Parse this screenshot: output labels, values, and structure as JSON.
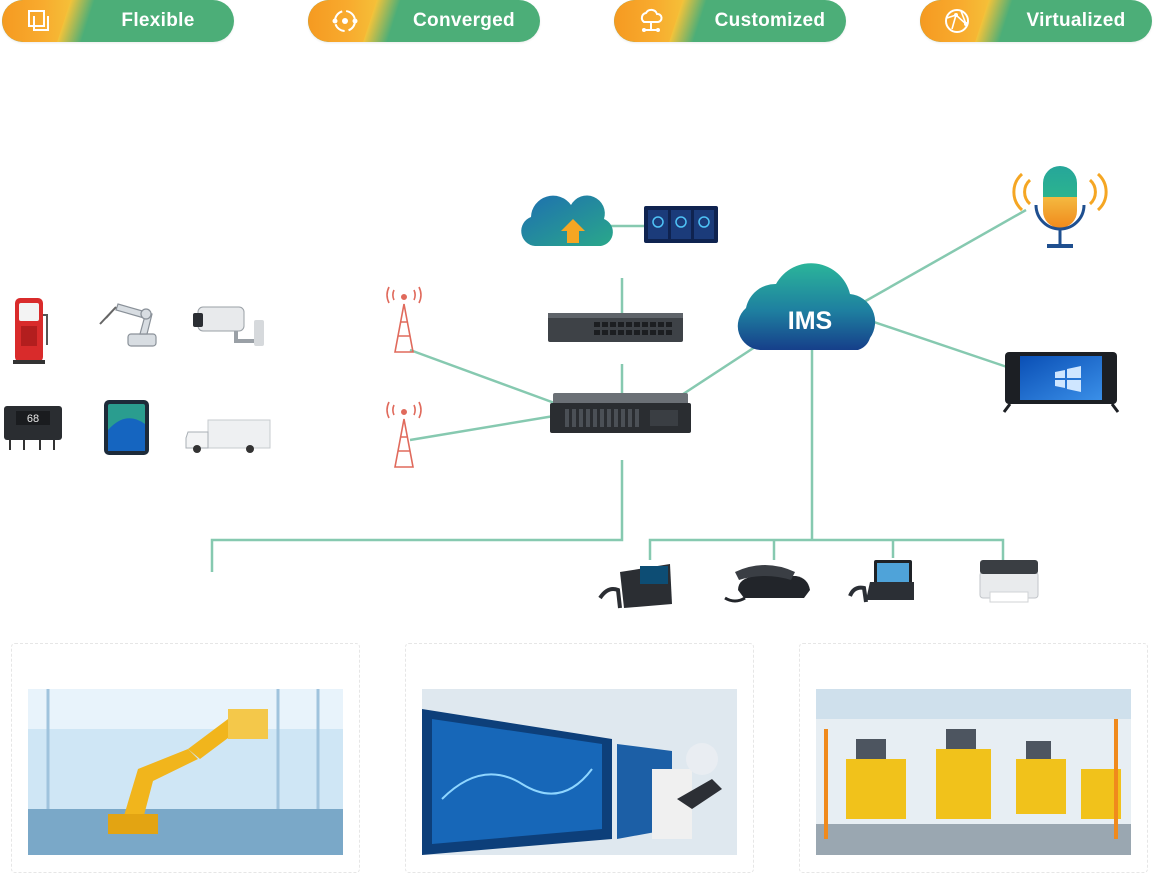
{
  "features": [
    {
      "label": "Flexible",
      "icon": "stacked-pages-icon"
    },
    {
      "label": "Converged",
      "icon": "orbit-dots-icon"
    },
    {
      "label": "Customized",
      "icon": "cloud-network-icon"
    },
    {
      "label": "Virtualized",
      "icon": "globe-network-icon"
    }
  ],
  "diagram": {
    "ims_label": "IMS",
    "monitor_label": "68"
  },
  "colors": {
    "pill_green": "#4cae78",
    "pill_orange": "#f59a21",
    "link_line": "#86c9b0",
    "ims_cloud": "#2a8a9a"
  },
  "scenes": [
    {
      "icon": "robot-arm-factory-photo"
    },
    {
      "icon": "lab-monitoring-photo"
    },
    {
      "icon": "production-line-photo"
    }
  ]
}
